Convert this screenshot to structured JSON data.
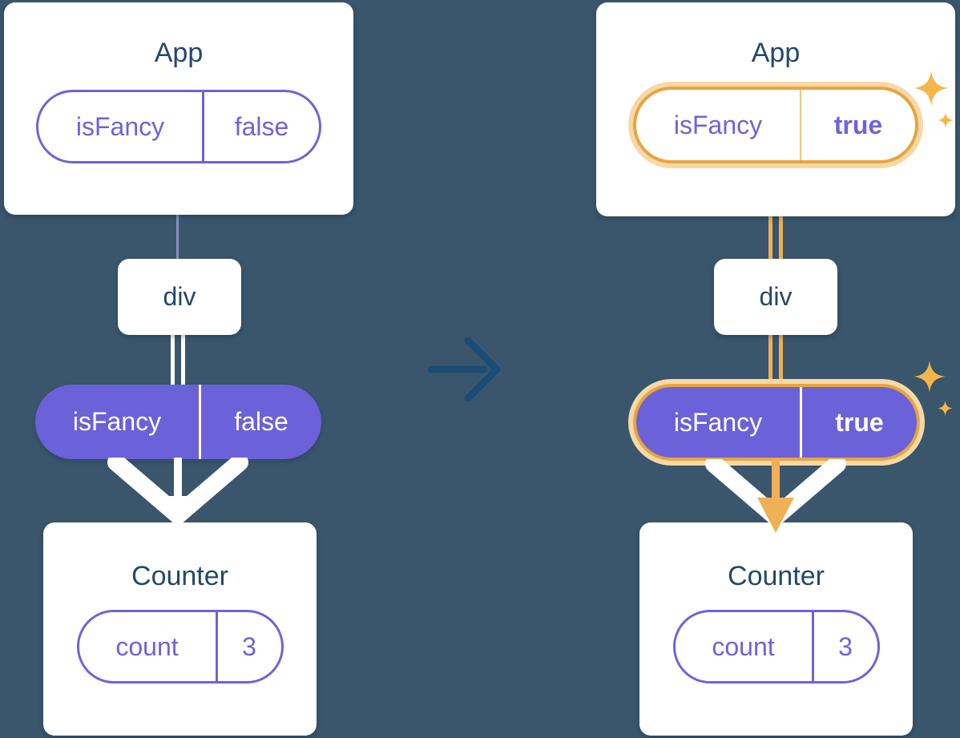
{
  "colors": {
    "background": "#3a566d",
    "card_bg": "#ffffff",
    "heading": "#23486b",
    "purple": "#6f63d8",
    "pill_fill": "#6b61d8",
    "orange": "#e8a53e",
    "orange_light": "#f7d9a8",
    "orange_soft": "#f2c577",
    "orange_line": "#f0b057",
    "sparkle": "#f5b54a",
    "thin_line": "#8494b8",
    "arrow": "#1b4c74",
    "white": "#ffffff"
  },
  "before": {
    "app": {
      "title": "App",
      "prop": {
        "name": "isFancy",
        "value": "false"
      }
    },
    "div": {
      "label": "div"
    },
    "passed_prop": {
      "name": "isFancy",
      "value": "false"
    },
    "counter": {
      "title": "Counter",
      "state": {
        "name": "count",
        "value": "3"
      }
    }
  },
  "after": {
    "app": {
      "title": "App",
      "prop": {
        "name": "isFancy",
        "value": "true"
      }
    },
    "div": {
      "label": "div"
    },
    "passed_prop": {
      "name": "isFancy",
      "value": "true"
    },
    "counter": {
      "title": "Counter",
      "state": {
        "name": "count",
        "value": "3"
      }
    }
  },
  "icons": {
    "sparkle": "four-point-star",
    "transition": "right-arrow",
    "flow": "down-arrow"
  }
}
